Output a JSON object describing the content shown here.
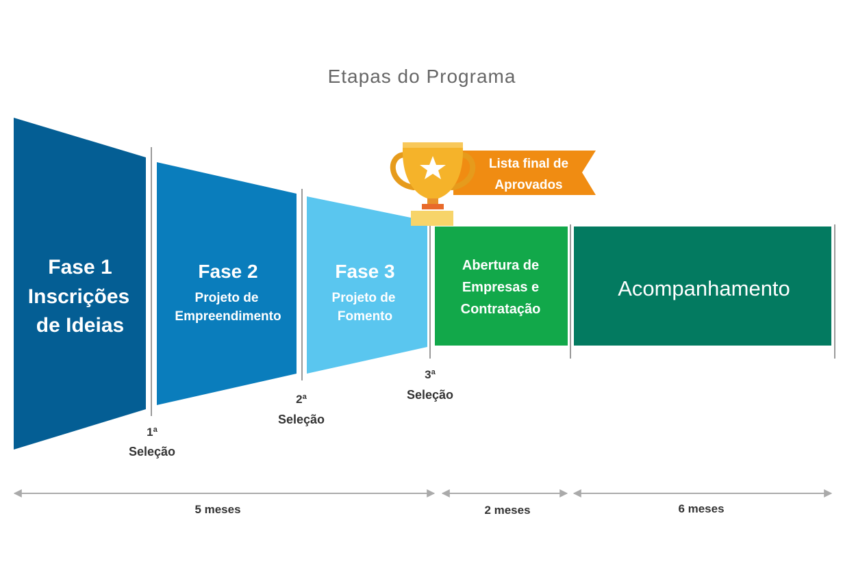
{
  "title": "Etapas do Programa",
  "phases": [
    {
      "heading": "Fase 1",
      "lines": [
        "Inscrições",
        "de Ideias"
      ],
      "color": "#045e94"
    },
    {
      "heading": "Fase 2",
      "lines": [
        "Projeto de",
        "Empreendimento"
      ],
      "color": "#0a7dbc"
    },
    {
      "heading": "Fase 3",
      "lines": [
        "Projeto de",
        "Fomento"
      ],
      "color": "#5ac6ef"
    }
  ],
  "stages": [
    {
      "lines": [
        "Abertura de",
        "Empresas e",
        "Contratação"
      ],
      "color": "#12a84a"
    },
    {
      "lines": [
        "Acompanhamento"
      ],
      "color": "#037a60"
    }
  ],
  "selections": [
    {
      "number": "1ª",
      "label": "Seleção"
    },
    {
      "number": "2ª",
      "label": "Seleção"
    },
    {
      "number": "3ª",
      "label": "Seleção"
    }
  ],
  "award": {
    "lines": [
      "Lista final de",
      "Aprovados"
    ],
    "banner_color": "#f08c12",
    "trophy_color": "#f5b32a",
    "icon": "trophy-icon"
  },
  "durations": [
    {
      "label": "5 meses"
    },
    {
      "label": "2 meses"
    },
    {
      "label": "6 meses"
    }
  ],
  "colors": {
    "title_text": "#666666",
    "divider": "#999999",
    "label_text": "#333333",
    "arrow": "#aaaaaa"
  }
}
